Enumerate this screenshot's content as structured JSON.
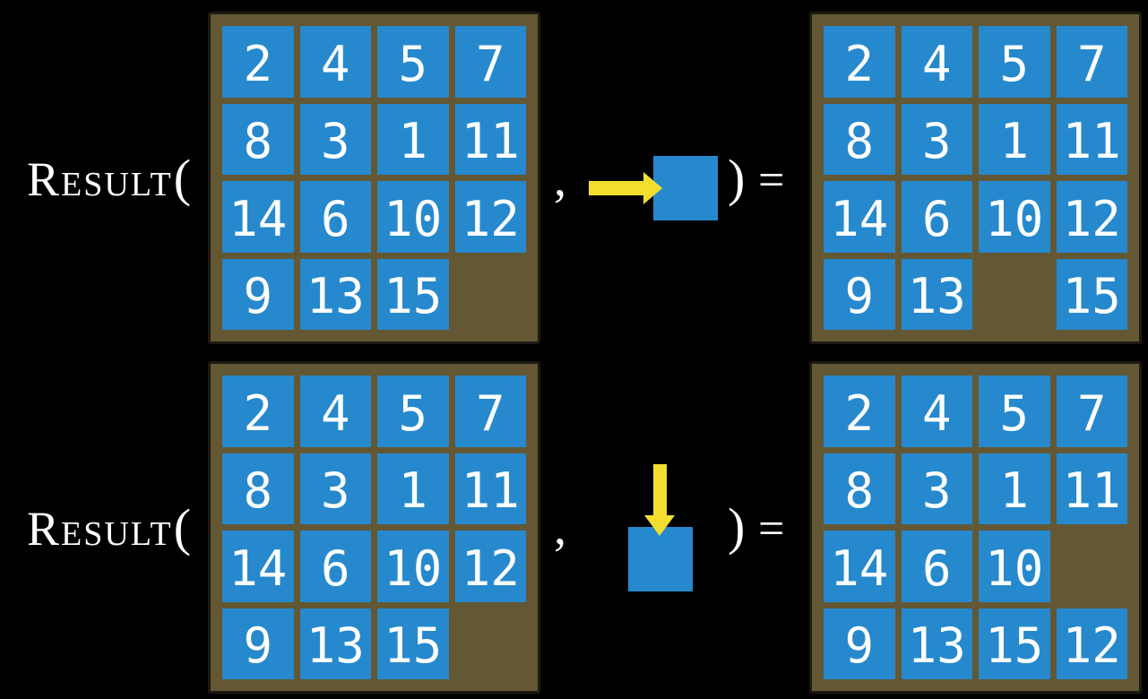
{
  "figure": {
    "description": "Two examples of the RESULT function applied to 8/15-puzzle states: sliding a tile Right and sliding a tile Down",
    "background": "#000000"
  },
  "colors": {
    "tile_blue": "#2689CD",
    "board_brown": "#645733",
    "board_border": "#1d1a13",
    "arrow_yellow": "#F3DE30",
    "text_white": "#FFFFFF",
    "bg_black": "#000000"
  },
  "equation_rows": [
    {
      "function_name": "Result",
      "open_paren": "(",
      "comma": ",",
      "close_paren": ")",
      "equals": "=",
      "action": {
        "direction": "right",
        "icon": "arrow-right-icon"
      },
      "input_board": [
        [
          2,
          4,
          5,
          7
        ],
        [
          8,
          3,
          1,
          11
        ],
        [
          14,
          6,
          10,
          12
        ],
        [
          9,
          13,
          15,
          null
        ]
      ],
      "result_board": [
        [
          2,
          4,
          5,
          7
        ],
        [
          8,
          3,
          1,
          11
        ],
        [
          14,
          6,
          10,
          12
        ],
        [
          9,
          13,
          null,
          15
        ]
      ]
    },
    {
      "function_name": "Result",
      "open_paren": "(",
      "comma": ",",
      "close_paren": ")",
      "equals": "=",
      "action": {
        "direction": "down",
        "icon": "arrow-down-icon"
      },
      "input_board": [
        [
          2,
          4,
          5,
          7
        ],
        [
          8,
          3,
          1,
          11
        ],
        [
          14,
          6,
          10,
          12
        ],
        [
          9,
          13,
          15,
          null
        ]
      ],
      "result_board": [
        [
          2,
          4,
          5,
          7
        ],
        [
          8,
          3,
          1,
          11
        ],
        [
          14,
          6,
          10,
          null
        ],
        [
          9,
          13,
          15,
          12
        ]
      ]
    }
  ]
}
